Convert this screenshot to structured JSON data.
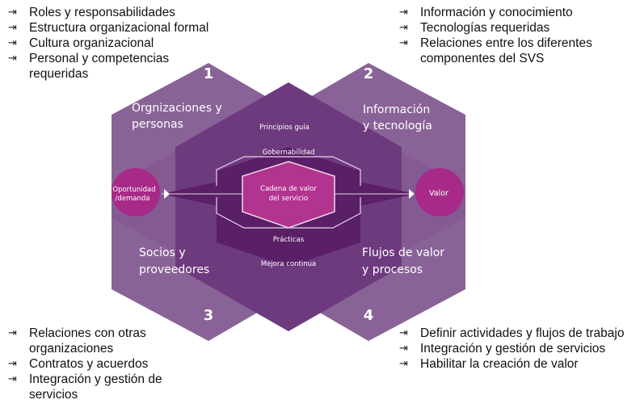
{
  "lists": {
    "top_left": [
      "Roles y responsabilidades",
      "Estructura organizacional formal",
      "Cultura organizacional",
      "Personal y competencias requeridas"
    ],
    "top_right": [
      "Información y conocimiento",
      "Tecnologías requeridas",
      "Relaciones entre los diferentes componentes del SVS"
    ],
    "bottom_left": [
      "Relaciones con otras organizaciones",
      "Contratos y acuerdos",
      "Integración y gestión de servicios"
    ],
    "bottom_right": [
      "Definir actividades y flujos de trabajo",
      "Integración y gestión de servicios",
      "Habilitar la creación de valor"
    ]
  },
  "dimensions": {
    "d1": {
      "number": "1",
      "line1": "Orgnizaciones y",
      "line2": "personas"
    },
    "d2": {
      "number": "2",
      "line1": "Información",
      "line2": "y tecnología"
    },
    "d3": {
      "number": "3",
      "line1": "Socios y",
      "line2": "proveedores"
    },
    "d4": {
      "number": "4",
      "line1": "Flujos de valor",
      "line2": "y procesos"
    }
  },
  "center": {
    "principios": "Principios guía",
    "gobernabilidad": "Gobernabilidad",
    "cadena_line1": "Cadena de valor",
    "cadena_line2": "del servicio",
    "practicas": "Prácticas",
    "mejora": "Mejora continua"
  },
  "inputs": {
    "oportunidad_line1": "Oportunidad",
    "oportunidad_line2": "/demanda"
  },
  "outputs": {
    "valor": "Valor"
  },
  "colors": {
    "hex_light": "#835b91",
    "hex_mid": "#6e3a7e",
    "hex_dark": "#5a1f66",
    "center_magenta": "#b1348f",
    "circle_magenta": "#a72a88",
    "white": "#ffffff"
  }
}
